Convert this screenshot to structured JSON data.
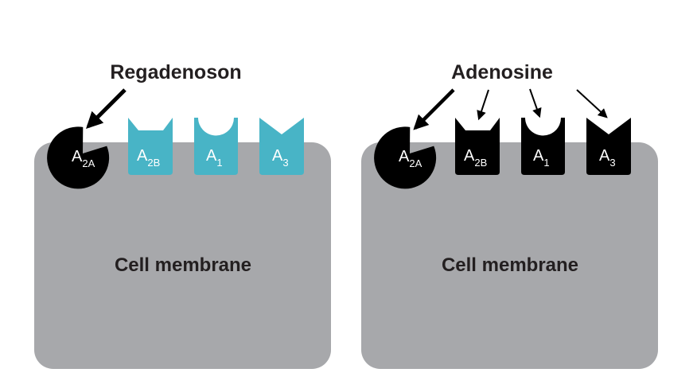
{
  "colors": {
    "background": "#ffffff",
    "membrane": "#a7a8ab",
    "receptor_selected": "#000000",
    "receptor_other": "#48b4c6",
    "text_dark": "#231f20",
    "text_light": "#ffffff"
  },
  "left_panel": {
    "ligand_label": "Regadenoson",
    "membrane_label": "Cell membrane",
    "receptors": [
      {
        "main": "A",
        "sub": "2A"
      },
      {
        "main": "A",
        "sub": "2B"
      },
      {
        "main": "A",
        "sub": "1"
      },
      {
        "main": "A",
        "sub": "3"
      }
    ]
  },
  "right_panel": {
    "ligand_label": "Adenosine",
    "membrane_label": "Cell membrane",
    "receptors": [
      {
        "main": "A",
        "sub": "2A"
      },
      {
        "main": "A",
        "sub": "2B"
      },
      {
        "main": "A",
        "sub": "1"
      },
      {
        "main": "A",
        "sub": "3"
      }
    ]
  }
}
